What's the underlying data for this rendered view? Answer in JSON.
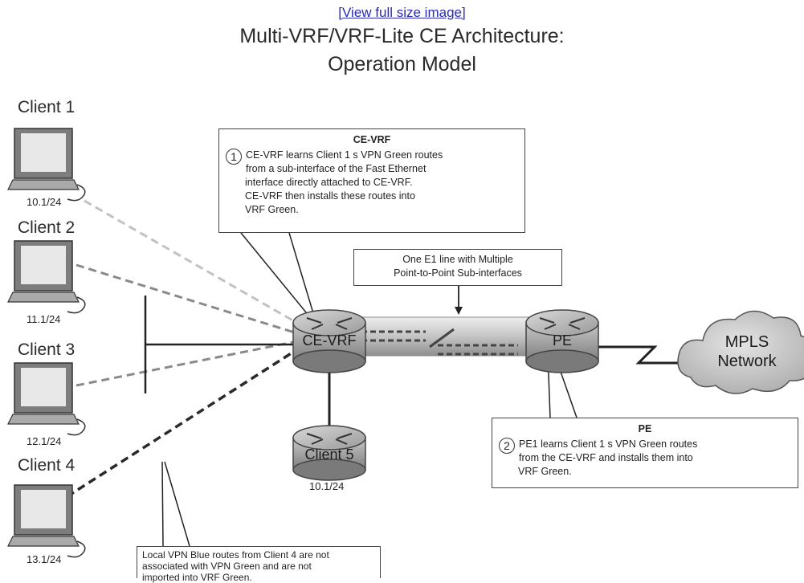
{
  "page": {
    "link_text": "[View full size image]",
    "title_line1": "Multi-VRF/VRF-Lite CE Architecture:",
    "title_line2": "Operation Model"
  },
  "clients": [
    {
      "label": "Client 1",
      "ip": "10.1/24"
    },
    {
      "label": "Client 2",
      "ip": "11.1/24"
    },
    {
      "label": "Client 3",
      "ip": "12.1/24"
    },
    {
      "label": "Client 4",
      "ip": "13.1/24"
    }
  ],
  "routers": {
    "ce": "CE-VRF",
    "pe": "PE",
    "client5": "Client 5",
    "client5_ip": "10.1/24"
  },
  "cloud": {
    "line1": "MPLS",
    "line2": "Network"
  },
  "callouts": {
    "ce_vrf": {
      "heading": "CE-VRF",
      "number": "1",
      "lines": [
        "CE-VRF learns Client 1 s VPN Green routes",
        "from a sub-interface of the Fast Ethernet",
        "interface directly attached to CE-VRF.",
        "CE-VRF then installs these routes into",
        "VRF Green."
      ]
    },
    "e1": {
      "line1": "One E1 line with Multiple",
      "line2": "Point-to-Point Sub-interfaces"
    },
    "pe": {
      "heading": "PE",
      "number": "2",
      "lines": [
        "PE1 learns Client 1 s VPN Green routes",
        "from the CE-VRF and installs them into",
        "VRF Green."
      ]
    },
    "local": {
      "lines": [
        "Local VPN Blue routes from Client 4 are not",
        "associated with VPN Green and are not",
        "imported into VRF Green."
      ]
    }
  },
  "colors": {
    "line_light": "#bdbdbd",
    "line_mid": "#8a8a8a",
    "line_dark": "#2a2a2a",
    "router_fill": "#9a9a9a"
  }
}
